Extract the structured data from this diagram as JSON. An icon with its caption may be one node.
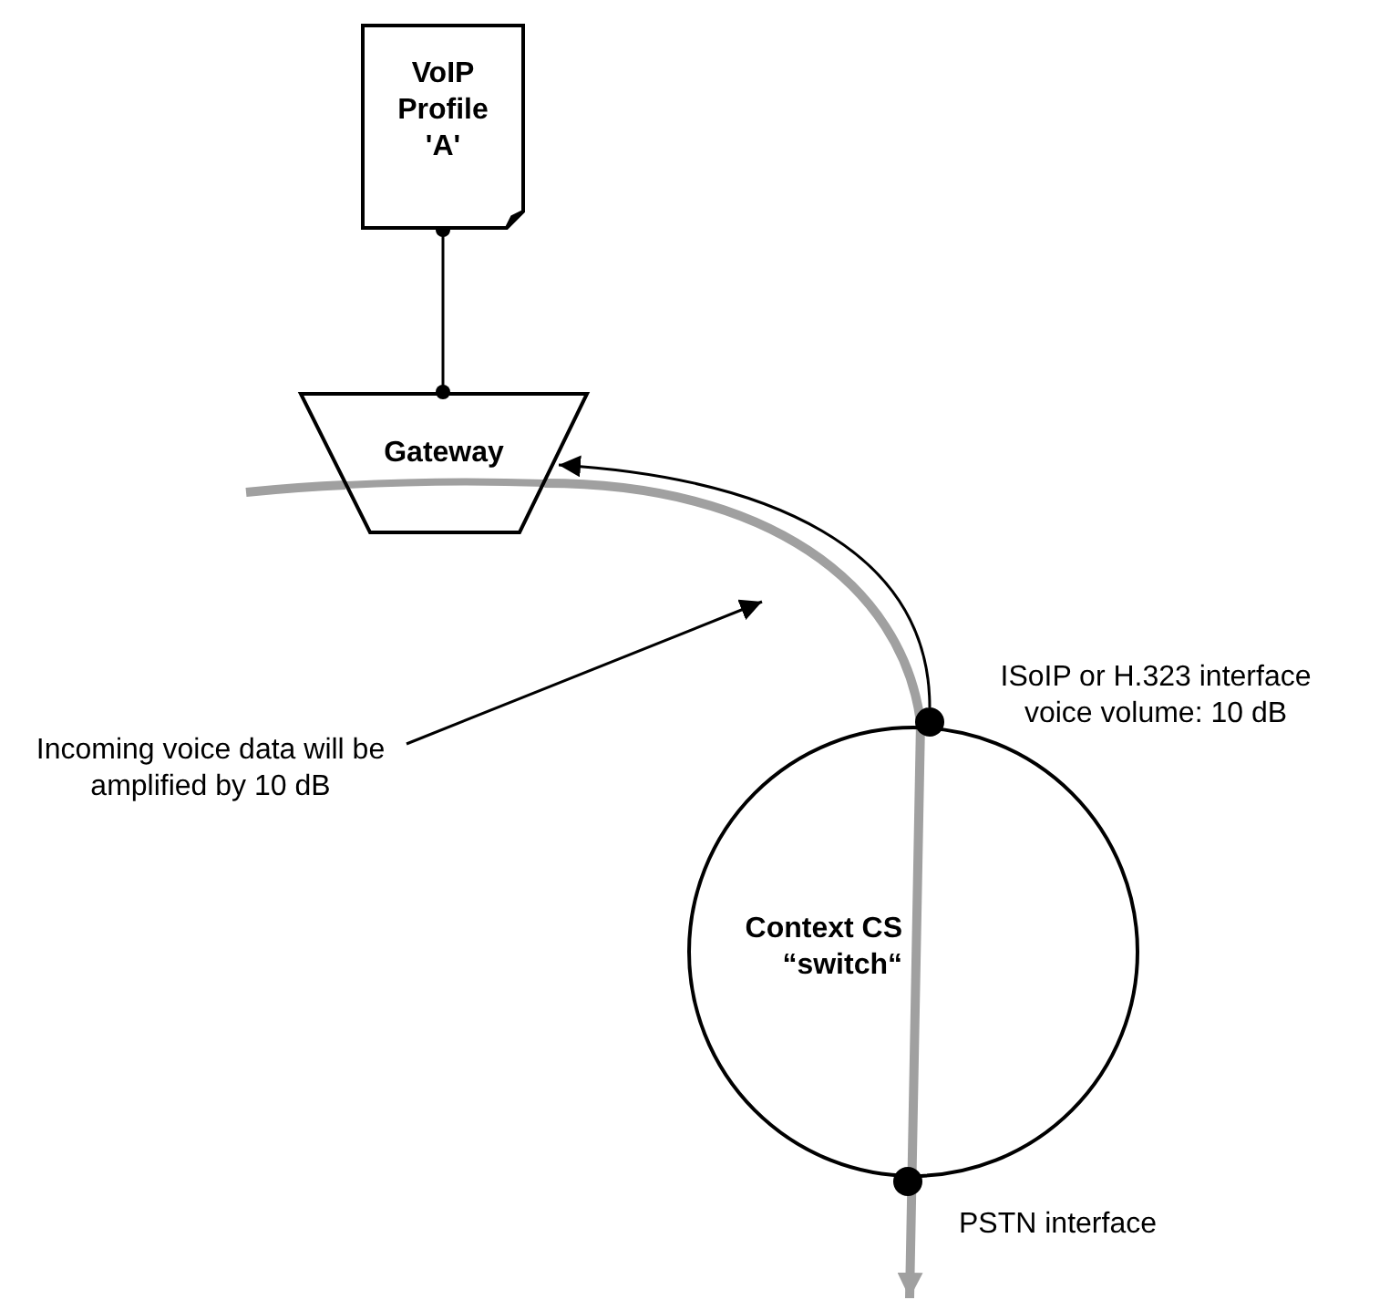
{
  "diagram": {
    "nodes": [
      {
        "text": [
          "VoIP Profile 'A'"
        ]
      },
      {
        "text": [
          "Gateway"
        ]
      },
      {
        "text": [
          "Context CS “switch“"
        ]
      },
      {
        "text": [],
        "shape": "circle"
      },
      {
        "text": [],
        "shape": "circle"
      },
      {
        "text": [
          "Incoming voice data will be amplified by 10 dB"
        ]
      }
    ],
    "edges": [
      {
        "from": 0,
        "to": 1,
        "arrow": "other"
      },
      {
        "from": 3,
        "to": 1,
        "arrow": "to"
      },
      {
        "from": null,
        "to": 1,
        "arrow": "none",
        "style": "thick",
        "color": "#a0a0a0"
      },
      {
        "from": 1,
        "to": null,
        "arrow": "to",
        "style": "thick",
        "color": "#a0a0a0"
      },
      {
        "from": 5,
        "to": null,
        "arrow": "to"
      }
    ],
    "labels": [
      "ISoIP or H.323 interface voice volume: 10 dB",
      "PSTN interface"
    ]
  }
}
